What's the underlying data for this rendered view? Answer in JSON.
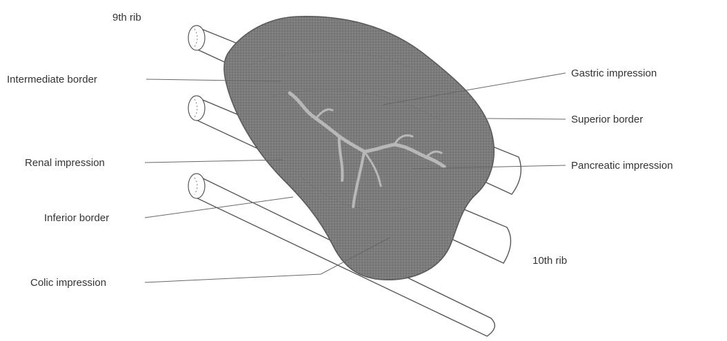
{
  "labels": {
    "rib_9": "9th rib",
    "rib_10": "10th rib",
    "intermediate_border": "Intermediate border",
    "renal_impression": "Renal impression",
    "inferior_border": "Inferior border",
    "colic_impression": "Colic impression",
    "gastric_impression": "Gastric impression",
    "superior_border": "Superior border",
    "pancreatic_impression": "Pancreatic impression"
  },
  "colors": {
    "spleen_fill": "#7d7d7d",
    "spleen_edge": "#5a5a5a",
    "hilum_vessels": "#b8b8b8",
    "ribs": "#ffffff",
    "text": "#333333"
  }
}
